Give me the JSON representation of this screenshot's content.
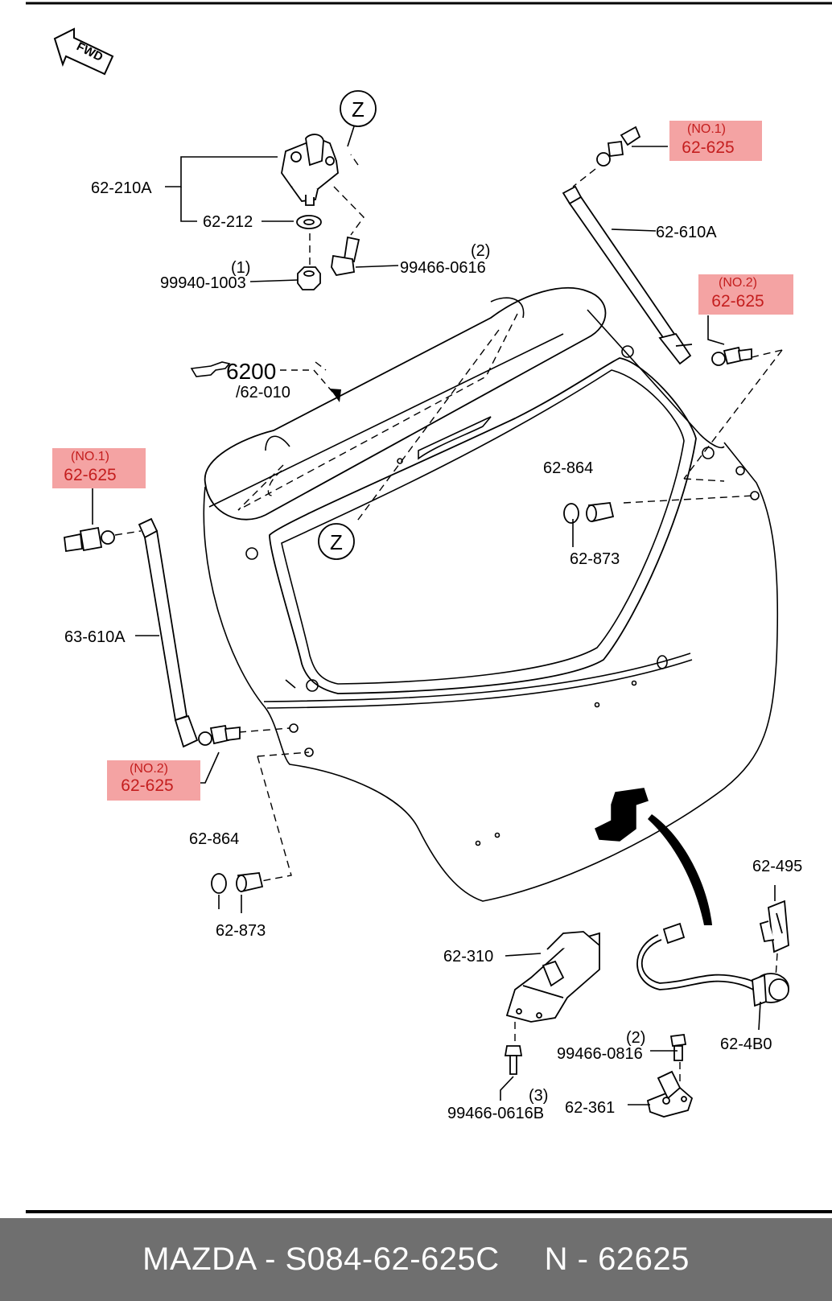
{
  "direction_label": "FWD",
  "detail_marker": "Z",
  "callouts": {
    "main_part_number": "6200",
    "main_part_sub": "/62-010",
    "hinge_assy": "62-210A",
    "hinge_washer": "62-212",
    "nut_qty": "(1)",
    "nut": "99940-1003",
    "hinge_bolt_qty": "(2)",
    "hinge_bolt": "99466-0616",
    "damper_right": "62-610A",
    "damper_left": "63-610A",
    "cushion_upper": "62-864",
    "cushion_upper_stopper": "62-873",
    "cushion_lower": "62-864",
    "cushion_lower_stopper": "62-873",
    "lock": "62-310",
    "switch_clip": "62-495",
    "switch": "62-4B0",
    "striker_bolt_qty": "(2)",
    "striker_bolt": "99466-0816",
    "lock_bolt_qty": "(3)",
    "lock_bolt": "99466-0616B",
    "striker": "62-361"
  },
  "highlighted_parts": [
    {
      "tag": "(NO.1)",
      "number": "62-625"
    },
    {
      "tag": "(NO.2)",
      "number": "62-625"
    },
    {
      "tag": "(NO.1)",
      "number": "62-625"
    },
    {
      "tag": "(NO.2)",
      "number": "62-625"
    }
  ],
  "footer": {
    "left": "MAZDA - S084-62-625C",
    "right": "N - 62625"
  },
  "colors": {
    "highlight": "#f4a3a3",
    "highlight_text": "#c41e1e",
    "line": "#000000",
    "footer_bg": "#6f6f6f",
    "footer_text": "#ffffff"
  }
}
